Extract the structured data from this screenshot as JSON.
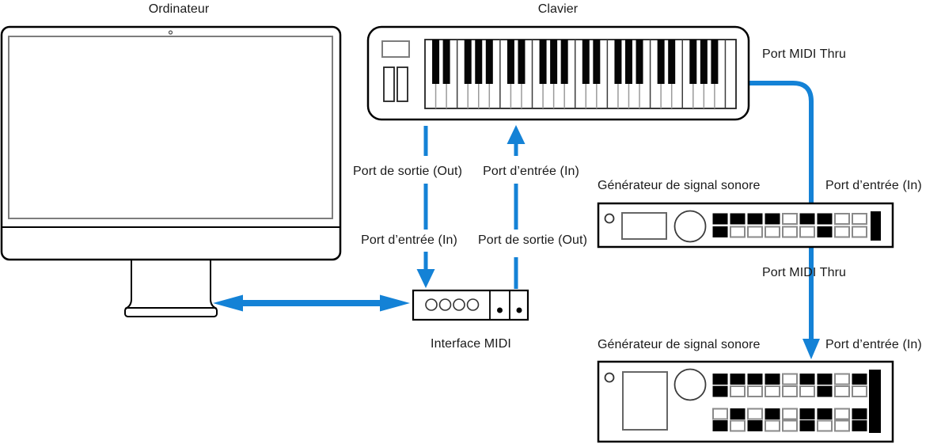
{
  "labels": {
    "computer": "Ordinateur",
    "keyboard": "Clavier",
    "port_midi_thru": "Port MIDI Thru",
    "port_out": "Port de sortie (Out)",
    "port_in": "Port d’entrée (In)",
    "sound_generator": "Générateur de signal sonore",
    "midi_interface": "Interface MIDI"
  },
  "colors": {
    "cable_blue": "#1482D6",
    "device_outline": "#000000",
    "screen_border_gray": "#7D7D7D",
    "label_text": "#1A1A1A"
  },
  "keyboard": {
    "white_key_count": 29,
    "black_key_positions_in_octave": [
      1,
      2,
      4,
      5,
      6
    ]
  },
  "midi_interface": {
    "port_circle_count": 4,
    "jack_dot_count": 2
  },
  "generator_1": {
    "button_grid": [
      [
        1,
        1,
        1,
        1,
        0,
        1,
        1,
        0,
        0
      ],
      [
        1,
        0,
        0,
        0,
        0,
        0,
        1,
        0,
        0
      ]
    ]
  },
  "generator_2": {
    "button_grid_top": [
      [
        1,
        1,
        1,
        1,
        0,
        1,
        1,
        0,
        1
      ],
      [
        1,
        0,
        0,
        0,
        0,
        0,
        1,
        0,
        0
      ]
    ],
    "button_grid_bottom": [
      [
        0,
        1,
        0,
        1,
        0,
        1,
        1,
        0,
        1
      ],
      [
        1,
        0,
        1,
        0,
        0,
        1,
        0,
        0,
        1
      ]
    ]
  }
}
